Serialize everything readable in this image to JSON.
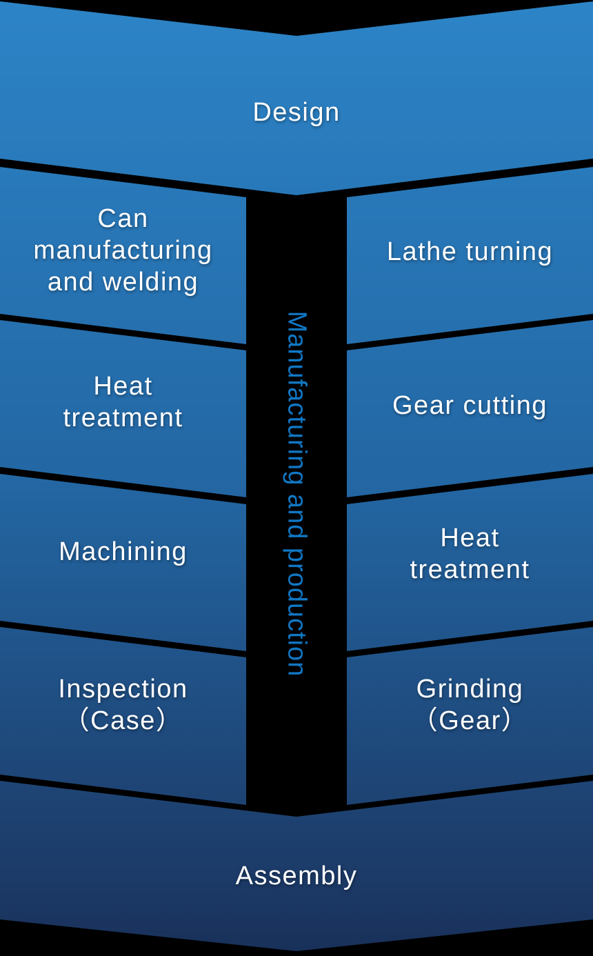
{
  "diagram": {
    "type": "process-flow",
    "start": {
      "label": "Design"
    },
    "center_label": {
      "text": "Manufacturing and production"
    },
    "left_column": [
      {
        "lines": [
          "Can",
          "manufacturing",
          "and welding"
        ]
      },
      {
        "lines": [
          "Heat",
          "treatment"
        ]
      },
      {
        "lines": [
          "Machining"
        ]
      },
      {
        "lines": [
          "Inspection",
          "（Case）"
        ]
      }
    ],
    "right_column": [
      {
        "lines": [
          "Lathe turning"
        ]
      },
      {
        "lines": [
          "Gear cutting"
        ]
      },
      {
        "lines": [
          "Heat",
          "treatment"
        ]
      },
      {
        "lines": [
          "Grinding",
          "（Gear）"
        ]
      }
    ],
    "end": {
      "label": "Assembly"
    },
    "palette": {
      "background": "#000000",
      "band_gradient_top": "#2c84c7",
      "band_gradient_mid": "#2367a4",
      "band_gradient_low": "#1c3a67",
      "band_gradient_bottom": "#183059",
      "step_label_text": "#ffffff",
      "center_label_text": "#1177c4"
    }
  }
}
